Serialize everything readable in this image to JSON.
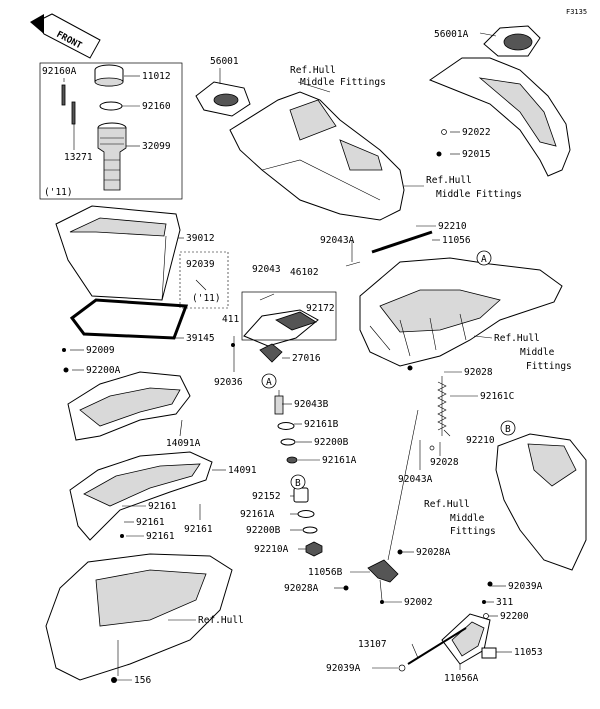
{
  "figure_code": "F3135",
  "front_label": "FRONT",
  "callouts": {
    "a": "A",
    "b": "B"
  },
  "labels": {
    "p56001": "56001",
    "p56001A": "56001A",
    "ref_hull_middle_fittings_top": "Ref.Hull",
    "ref_hull_middle_fittings_top2": "Middle Fittings",
    "p92022": "92022",
    "p92015": "92015",
    "ref_hull_mf_right": "Ref.Hull",
    "ref_hull_mf_right2": "Middle Fittings",
    "p92160A": "92160A",
    "p11012": "11012",
    "p92160": "92160",
    "p13271": "13271",
    "p32099": "32099",
    "year_11_a": "('11)",
    "p39012": "39012",
    "p92039": "92039",
    "year_11_b": "('11)",
    "p39145": "39145",
    "p92009": "92009",
    "p92200A": "92200A",
    "p14091A": "14091A",
    "p14091": "14091",
    "p92161_a": "92161",
    "p92161_b": "92161",
    "p92161_c": "92161",
    "p92161_d": "92161",
    "p156": "156",
    "ref_hull_bottom": "Ref.Hull",
    "p92043": "92043",
    "p46102": "46102",
    "p92172": "92172",
    "p411": "411",
    "p27016": "27016",
    "p92036": "92036",
    "p92043B": "92043B",
    "p92161B": "92161B",
    "p92200B_a": "92200B",
    "p92161A_a": "92161A",
    "p92152": "92152",
    "p92161A_b": "92161A",
    "p92200B_b": "92200B",
    "p92210A": "92210A",
    "p92210_top": "92210",
    "p11056": "11056",
    "p92043A_top": "92043A",
    "ref_hull_mf_mid1": "Ref.Hull",
    "ref_hull_mf_mid2": "Middle",
    "ref_hull_mf_mid3": "Fittings",
    "p92028_a": "92028",
    "p92161C": "92161C",
    "p92210_mid": "92210",
    "p92028_b": "92028",
    "p92043A_mid": "92043A",
    "ref_hull_mf_b1": "Ref.Hull",
    "ref_hull_mf_b2": "Middle",
    "ref_hull_mf_b3": "Fittings",
    "p92028A_a": "92028A",
    "p11056B": "11056B",
    "p92028A_b": "92028A",
    "p92002": "92002",
    "p92039A_a": "92039A",
    "p311": "311",
    "p92200": "92200",
    "p13107": "13107",
    "p11053": "11053",
    "p92039A_b": "92039A",
    "p11056A": "11056A"
  }
}
